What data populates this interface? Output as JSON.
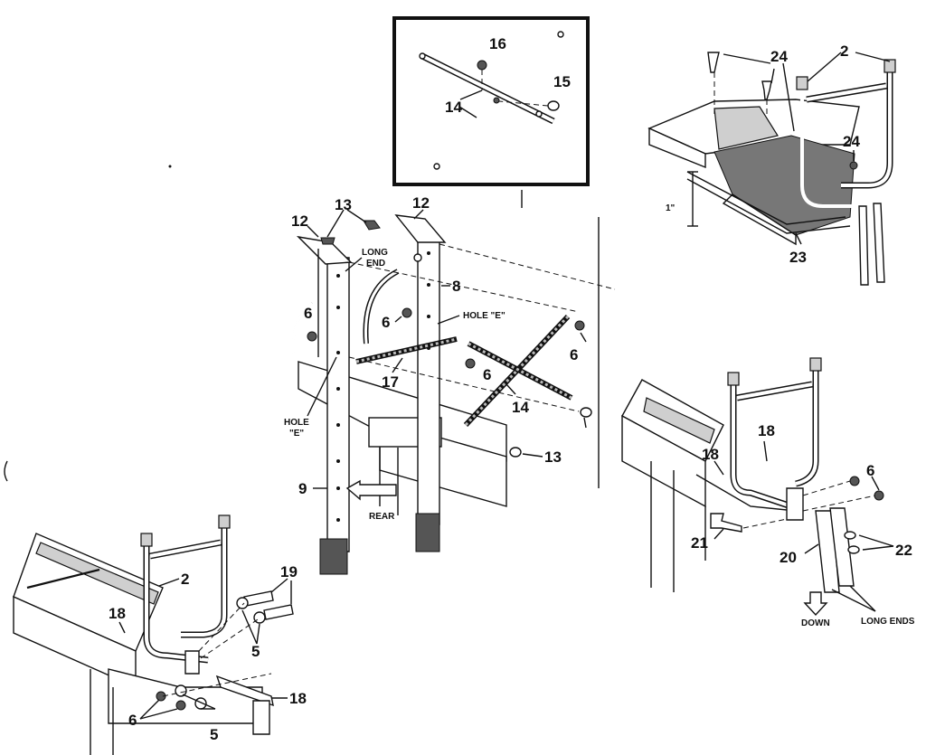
{
  "labels": {
    "n16": "16",
    "n15": "15",
    "n14_inset": "14",
    "n24a": "24",
    "n2_tr": "2",
    "n24b": "24",
    "n1in": "1\"",
    "n23": "23",
    "n13a": "13",
    "n12a": "12",
    "n12b": "12",
    "long_end_1": "LONG",
    "long_end_2": "END",
    "n8": "8",
    "n6a": "6",
    "n6b": "6",
    "hole_e_top": "HOLE \"E\"",
    "n6c": "6",
    "n6d": "6",
    "n17": "17",
    "n14": "14",
    "hole_e_1": "HOLE",
    "hole_e_2": "\"E\"",
    "n13b": "13",
    "n9": "9",
    "rear": "REAR",
    "n18a": "18",
    "n18b": "18",
    "n6e": "6",
    "n21": "21",
    "n20": "20",
    "n22": "22",
    "down": "DOWN",
    "long_ends": "LONG ENDS",
    "n2_bl": "2",
    "n19": "19",
    "n18c": "18",
    "n5a": "5",
    "n6f": "6",
    "n5b": "5",
    "n18d": "18"
  }
}
